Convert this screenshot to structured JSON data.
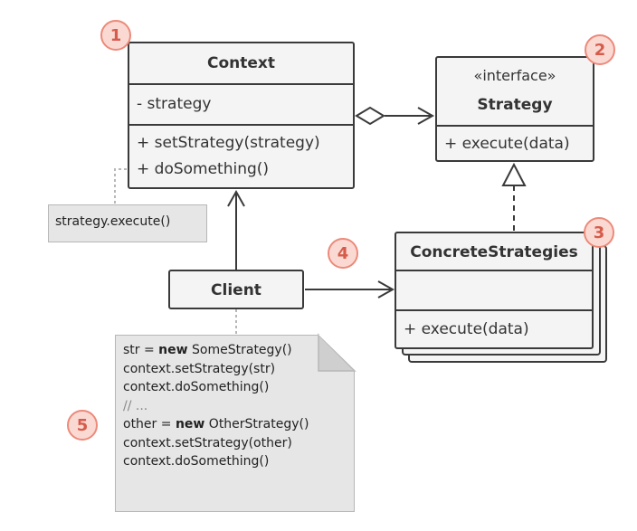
{
  "context": {
    "title": "Context",
    "field": "- strategy",
    "methods": [
      "+ setStrategy(strategy)",
      "+ doSomething()"
    ]
  },
  "strategy": {
    "stereotype": "«interface»",
    "title": "Strategy",
    "method": "+ execute(data)"
  },
  "concrete": {
    "title": "ConcreteStrategies",
    "method": "+ execute(data)"
  },
  "client": {
    "title": "Client"
  },
  "note_execute": "strategy.execute()",
  "code_note": {
    "lines": [
      {
        "pre": "str = ",
        "kw": "new",
        "post": " SomeStrategy()"
      },
      {
        "pre": "context.setStrategy(str)",
        "kw": "",
        "post": ""
      },
      {
        "pre": "context.doSomething()",
        "kw": "",
        "post": ""
      },
      {
        "pre": "// ...",
        "kw": "",
        "post": ""
      },
      {
        "pre": "other = ",
        "kw": "new",
        "post": " OtherStrategy()"
      },
      {
        "pre": "context.setStrategy(other)",
        "kw": "",
        "post": ""
      },
      {
        "pre": "context.doSomething()",
        "kw": "",
        "post": ""
      }
    ]
  },
  "badges": [
    "1",
    "2",
    "3",
    "4",
    "5"
  ],
  "colors": {
    "border": "#3a3a3a",
    "fill": "#f4f4f4",
    "note": "#e6e6e6",
    "badge_fill": "#fbd9d3",
    "badge_text": "#d55c4b"
  }
}
